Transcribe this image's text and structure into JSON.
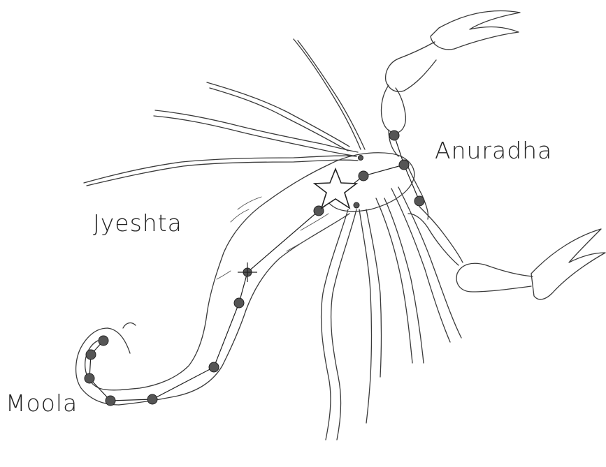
{
  "figure": {
    "labels": {
      "anuradha": "Anuradha",
      "jyeshta": "Jyeshta",
      "moola": "Moola"
    },
    "colors": {
      "ink": "#3a3a3a",
      "star": "#555555",
      "background": "#ffffff"
    },
    "icons": [
      "star-icon"
    ]
  }
}
